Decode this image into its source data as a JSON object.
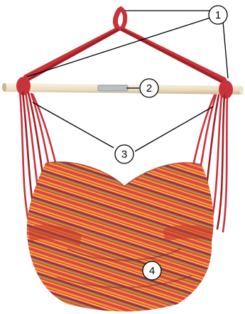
{
  "diagram": {
    "subject": "hanging-hammock-chair",
    "colors": {
      "rope": "#c8323a",
      "rope_dark": "#9e2127",
      "bar": "#f0e1c6",
      "bar_shadow": "#c9b38f",
      "fabric_base": "#d9473e",
      "stripe_orange": "#f39a3a",
      "stripe_yellow": "#f4c24e",
      "stripe_purple": "#6e2e4f",
      "stripe_green": "#9aa04a",
      "leader": "#000000"
    },
    "callouts": [
      {
        "number": "1"
      },
      {
        "number": "2"
      },
      {
        "number": "3"
      },
      {
        "number": "4"
      }
    ]
  }
}
